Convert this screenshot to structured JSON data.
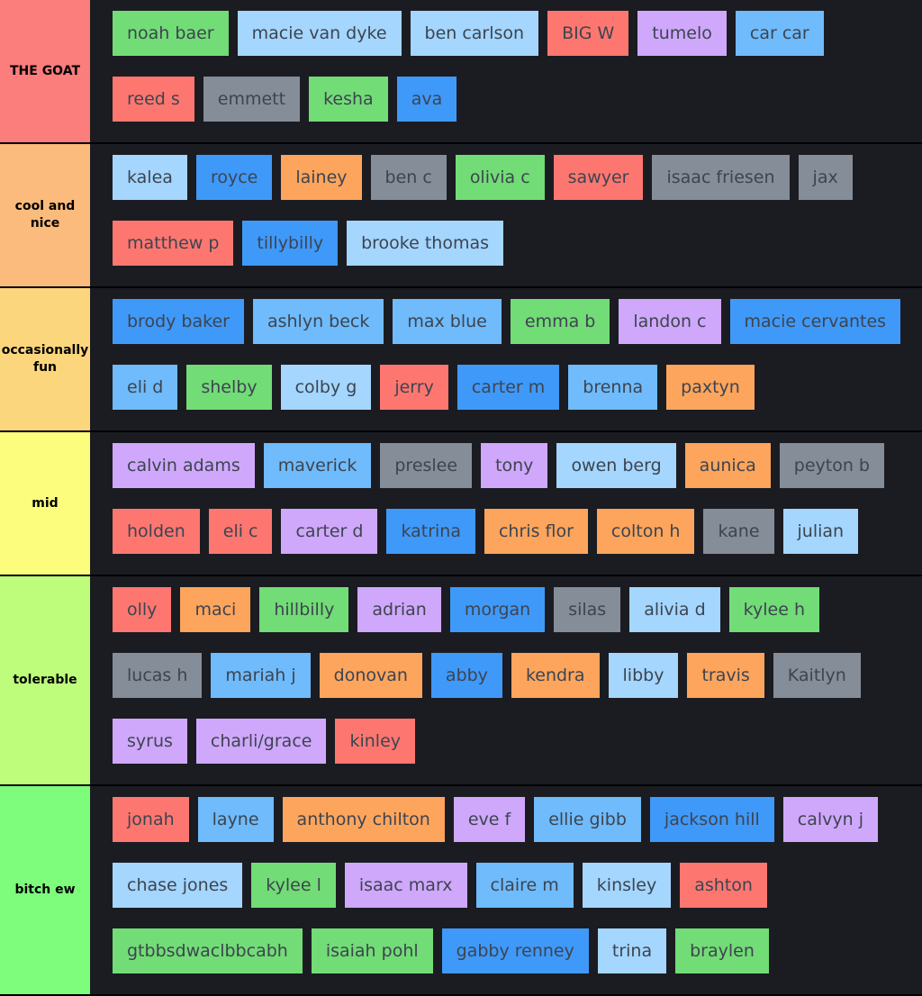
{
  "tiers": [
    {
      "label": "THE GOAT",
      "color": "#fb7d7c",
      "items": [
        {
          "name": "noah baer",
          "color": "green"
        },
        {
          "name": "macie van dyke",
          "color": "lblue"
        },
        {
          "name": "ben carlson",
          "color": "lblue"
        },
        {
          "name": "BIG W",
          "color": "red"
        },
        {
          "name": "tumelo",
          "color": "purple"
        },
        {
          "name": "car car",
          "color": "blue"
        },
        {
          "name": "reed s",
          "color": "red"
        },
        {
          "name": "emmett",
          "color": "gray"
        },
        {
          "name": "kesha",
          "color": "green"
        },
        {
          "name": "ava",
          "color": "dblue"
        }
      ]
    },
    {
      "label": "cool and nice",
      "color": "#fbbb7c",
      "items": [
        {
          "name": "kalea",
          "color": "lblue"
        },
        {
          "name": "royce",
          "color": "dblue"
        },
        {
          "name": "lainey",
          "color": "orange"
        },
        {
          "name": "ben c",
          "color": "gray"
        },
        {
          "name": "olivia c",
          "color": "green"
        },
        {
          "name": "sawyer",
          "color": "red"
        },
        {
          "name": "isaac friesen",
          "color": "gray"
        },
        {
          "name": "jax",
          "color": "gray"
        },
        {
          "name": "matthew p",
          "color": "red"
        },
        {
          "name": "tillybilly",
          "color": "dblue"
        },
        {
          "name": "brooke thomas",
          "color": "lblue"
        }
      ]
    },
    {
      "label": "occasionally fun",
      "color": "#fcd67c",
      "items": [
        {
          "name": "brody baker",
          "color": "dblue"
        },
        {
          "name": "ashlyn beck",
          "color": "blue"
        },
        {
          "name": "max blue",
          "color": "blue"
        },
        {
          "name": "emma b",
          "color": "green"
        },
        {
          "name": "landon c",
          "color": "purple"
        },
        {
          "name": "macie cervantes",
          "color": "dblue"
        },
        {
          "name": "eli d",
          "color": "blue"
        },
        {
          "name": "shelby",
          "color": "green"
        },
        {
          "name": "colby g",
          "color": "lblue"
        },
        {
          "name": "jerry",
          "color": "red"
        },
        {
          "name": "carter m",
          "color": "dblue"
        },
        {
          "name": "brenna",
          "color": "blue"
        },
        {
          "name": "paxtyn",
          "color": "orange"
        }
      ]
    },
    {
      "label": "mid",
      "color": "#fdfd7d",
      "items": [
        {
          "name": "calvin adams",
          "color": "purple"
        },
        {
          "name": "maverick",
          "color": "blue"
        },
        {
          "name": "preslee",
          "color": "gray"
        },
        {
          "name": "tony",
          "color": "purple"
        },
        {
          "name": "owen berg",
          "color": "lblue"
        },
        {
          "name": "aunica",
          "color": "orange"
        },
        {
          "name": "peyton b",
          "color": "gray"
        },
        {
          "name": "holden",
          "color": "red"
        },
        {
          "name": "eli c",
          "color": "red"
        },
        {
          "name": "carter d",
          "color": "purple"
        },
        {
          "name": "katrina",
          "color": "dblue"
        },
        {
          "name": "chris flor",
          "color": "orange"
        },
        {
          "name": "colton h",
          "color": "orange"
        },
        {
          "name": "kane",
          "color": "gray"
        },
        {
          "name": "julian",
          "color": "lblue"
        }
      ]
    },
    {
      "label": "tolerable",
      "color": "#befc7c",
      "items": [
        {
          "name": "olly",
          "color": "red"
        },
        {
          "name": "maci",
          "color": "orange"
        },
        {
          "name": "hillbilly",
          "color": "green"
        },
        {
          "name": "adrian",
          "color": "purple"
        },
        {
          "name": "morgan",
          "color": "dblue"
        },
        {
          "name": "silas",
          "color": "gray"
        },
        {
          "name": "alivia d",
          "color": "lblue"
        },
        {
          "name": "kylee h",
          "color": "green"
        },
        {
          "name": "lucas h",
          "color": "gray"
        },
        {
          "name": "mariah j",
          "color": "blue"
        },
        {
          "name": "donovan",
          "color": "orange"
        },
        {
          "name": "abby",
          "color": "dblue"
        },
        {
          "name": "kendra",
          "color": "orange"
        },
        {
          "name": "libby",
          "color": "lblue"
        },
        {
          "name": "travis",
          "color": "orange"
        },
        {
          "name": "Kaitlyn",
          "color": "gray"
        },
        {
          "name": "syrus",
          "color": "purple"
        },
        {
          "name": "charli/grace",
          "color": "purple"
        },
        {
          "name": "kinley",
          "color": "red"
        }
      ]
    },
    {
      "label": "bitch ew",
      "color": "#7efd7c",
      "items": [
        {
          "name": "jonah",
          "color": "red"
        },
        {
          "name": "layne",
          "color": "blue"
        },
        {
          "name": "anthony chilton",
          "color": "orange"
        },
        {
          "name": "eve f",
          "color": "purple"
        },
        {
          "name": "ellie gibb",
          "color": "blue"
        },
        {
          "name": "jackson hill",
          "color": "dblue"
        },
        {
          "name": "calvyn j",
          "color": "purple"
        },
        {
          "name": "chase jones",
          "color": "lblue"
        },
        {
          "name": "kylee l",
          "color": "green"
        },
        {
          "name": "isaac marx",
          "color": "purple"
        },
        {
          "name": "claire m",
          "color": "blue"
        },
        {
          "name": "kinsley",
          "color": "lblue"
        },
        {
          "name": "ashton",
          "color": "red"
        },
        {
          "name": "gtbbsdwaclbbcabh",
          "color": "green"
        },
        {
          "name": "isaiah pohl",
          "color": "green"
        },
        {
          "name": "gabby renney",
          "color": "dblue"
        },
        {
          "name": "trina",
          "color": "lblue"
        },
        {
          "name": "braylen",
          "color": "green"
        }
      ]
    }
  ]
}
